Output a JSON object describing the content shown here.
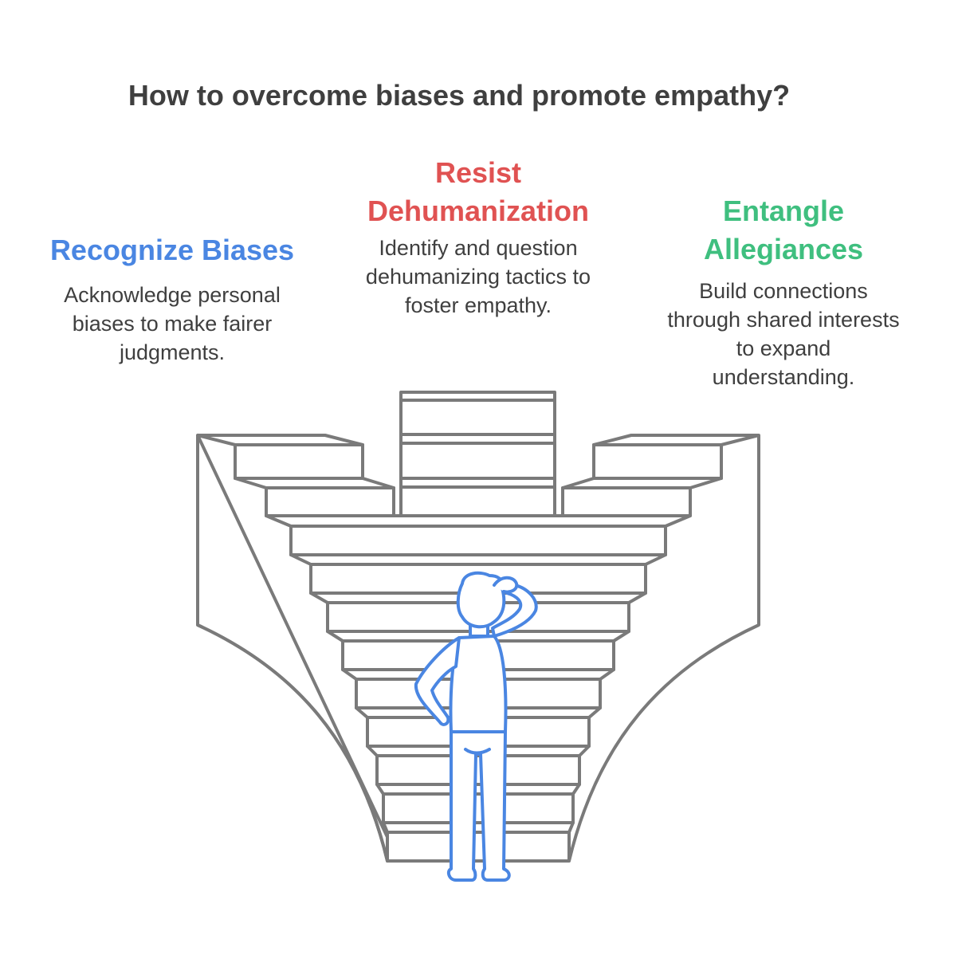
{
  "title": "How to overcome biases and promote empathy?",
  "steps": [
    {
      "heading": "Recognize Biases",
      "description": [
        "Acknowledge personal",
        "biases to make fairer",
        "judgments."
      ],
      "color": "#4a86e2"
    },
    {
      "heading": [
        "Resist",
        "Dehumanization"
      ],
      "description": [
        "Identify and question",
        "dehumanizing tactics to",
        "foster empathy."
      ],
      "color": "#e05252"
    },
    {
      "heading": [
        "Entangle",
        "Allegiances"
      ],
      "description": [
        "Build connections",
        "through shared interests",
        "to expand",
        "understanding."
      ],
      "color": "#3fbf7f"
    }
  ],
  "icons": {
    "staircase": "staircase-icon",
    "person": "thinking-person-icon"
  }
}
